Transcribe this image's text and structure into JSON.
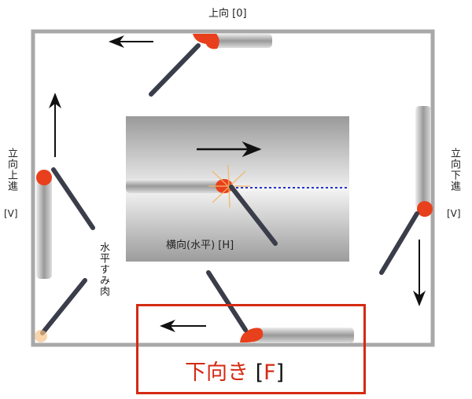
{
  "labels": {
    "overhead": "上向 [0]",
    "vertical_up": "立向上進",
    "vertical_up_code": "[V]",
    "vertical_down": "立向下進",
    "vertical_down_code": "[V]",
    "horizontal_fillet": "水平すみ肉",
    "horizontal": "横向(水平) [H]",
    "flat": "下向き",
    "flat_code_open": "[",
    "flat_code_letter": "F",
    "flat_code_close": "]"
  },
  "colors": {
    "highlight": "#d42a12",
    "molten": "#e8401c",
    "frame": "#a8a8a8",
    "guide": "#2233cc"
  }
}
